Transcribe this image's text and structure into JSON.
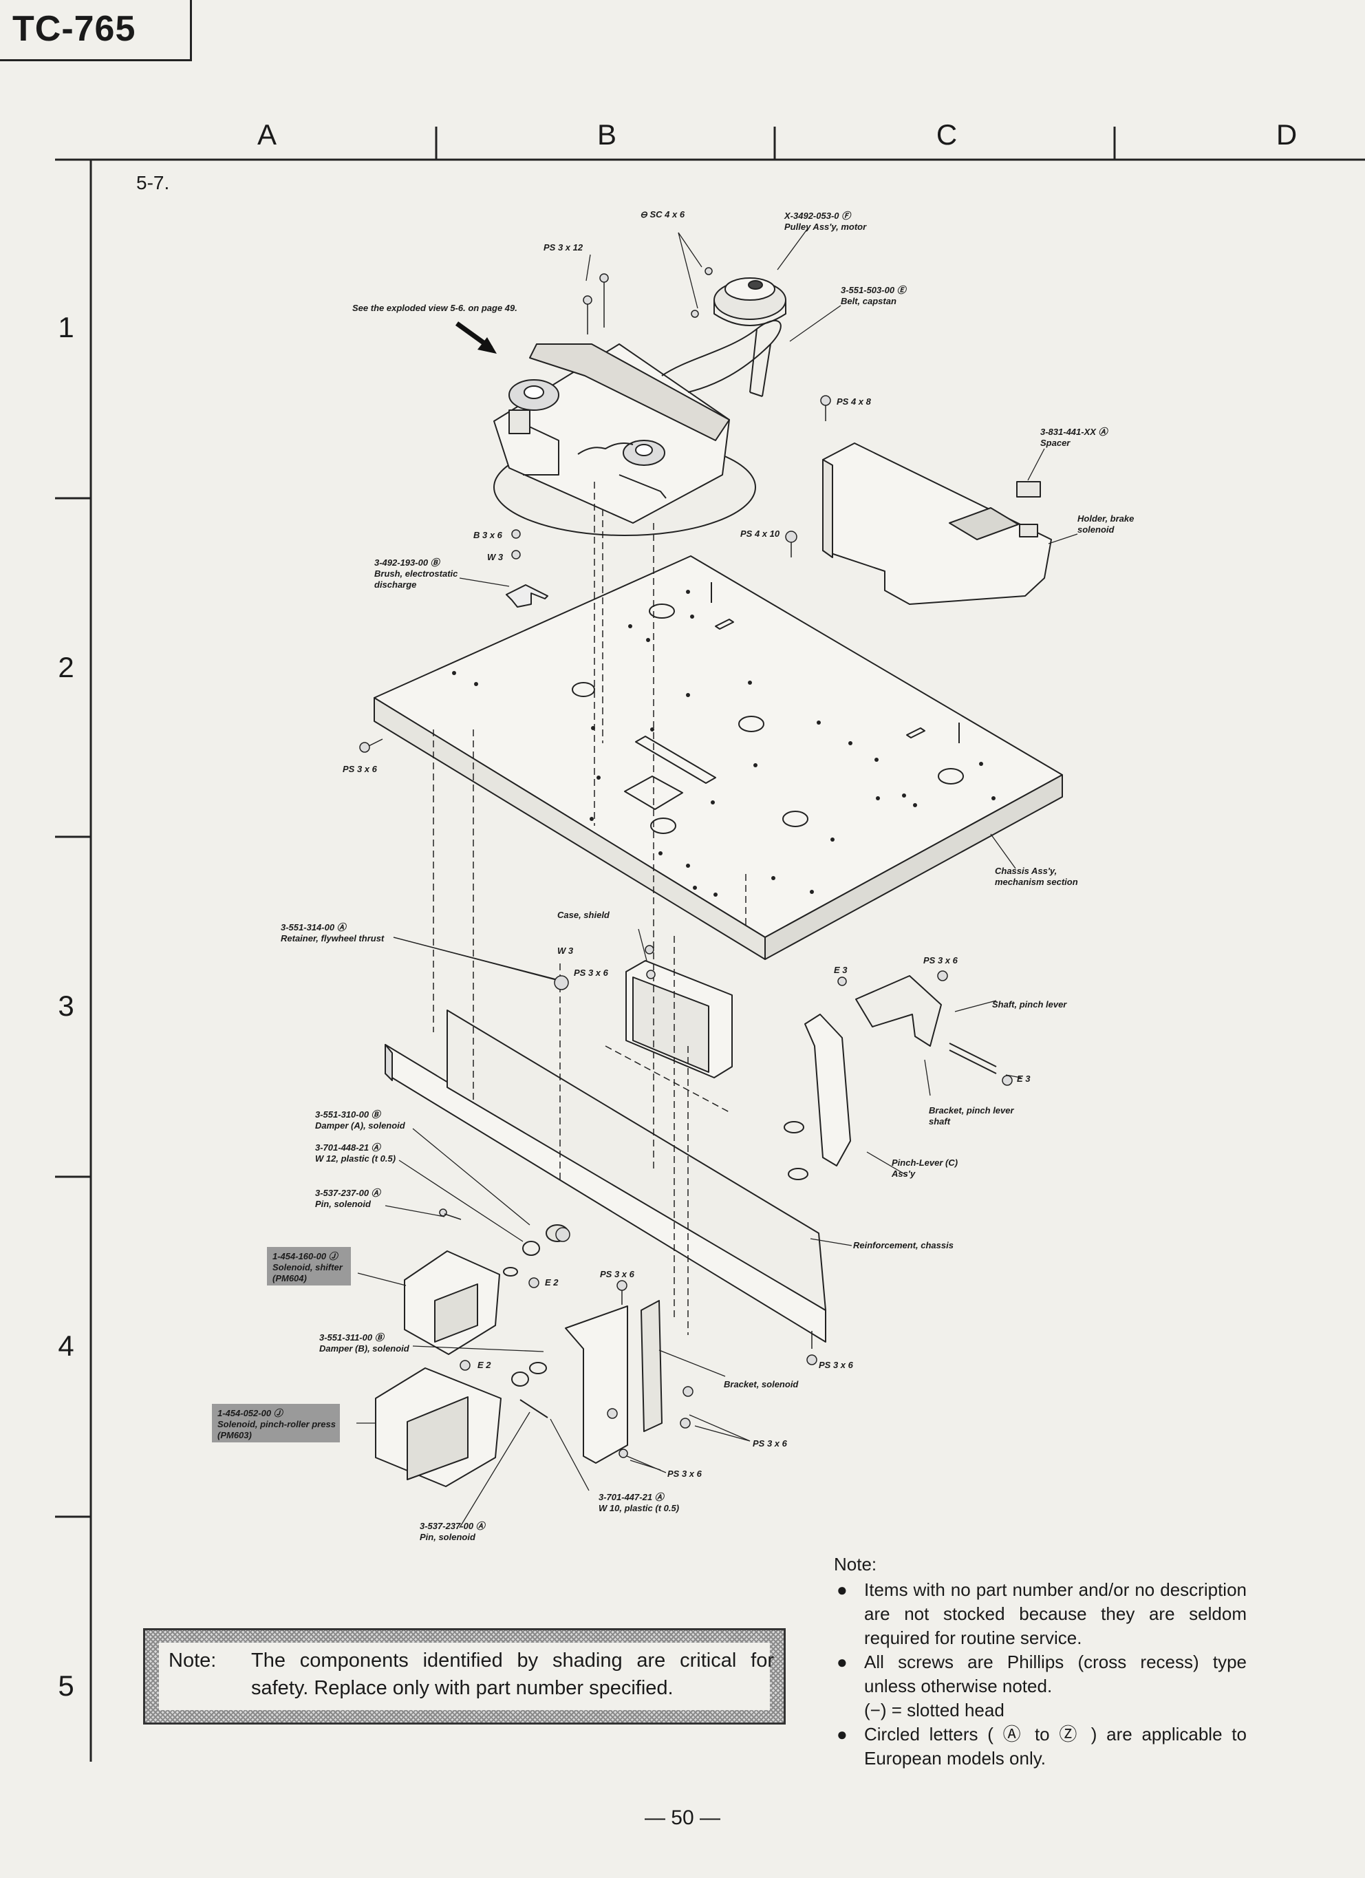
{
  "header": {
    "model": "TC-765"
  },
  "grid": {
    "columns": [
      "A",
      "B",
      "C",
      "D"
    ],
    "rows": [
      "1",
      "2",
      "3",
      "4",
      "5"
    ]
  },
  "section": {
    "label": "5-7."
  },
  "callouts": {
    "sc4x6": "⊖ SC 4 x 6",
    "pulley_pn": "X-3492-053-0 Ⓕ",
    "pulley_desc": "Pulley Ass'y, motor",
    "ps3x12": "PS 3 x 12",
    "belt_pn": "3-551-503-00 Ⓔ",
    "belt_desc": "Belt, capstan",
    "see_view": "See the exploded view 5-6. on page 49.",
    "ps4x8": "PS 4 x 8",
    "spacer_pn": "3-831-441-XX Ⓐ",
    "spacer_desc": "Spacer",
    "holder_desc1": "Holder, brake",
    "holder_desc2": "solenoid",
    "ps4x10": "PS 4 x 10",
    "b3x6": "B 3 x 6",
    "w3_a": "W 3",
    "brush_pn": "3-492-193-00 Ⓑ",
    "brush_desc1": "Brush, electrostatic",
    "brush_desc2": "discharge",
    "ps3x6_a": "PS 3 x 6",
    "chassis_desc1": "Chassis Ass'y,",
    "chassis_desc2": "mechanism section",
    "retainer_pn": "3-551-314-00 Ⓐ",
    "retainer_desc": "Retainer, flywheel thrust",
    "case_shield": "Case, shield",
    "w3_b": "W 3",
    "ps3x6_b": "PS 3 x 6",
    "e3_a": "E 3",
    "ps3x6_c": "PS 3 x 6",
    "shaft_desc": "Shaft, pinch lever",
    "e3_b": "E 3",
    "bracket_pinch1": "Bracket, pinch lever",
    "bracket_pinch2": "shaft",
    "pinch_lever1": "Pinch-Lever (C)",
    "pinch_lever2": "Ass'y",
    "damper_a_pn": "3-551-310-00 Ⓑ",
    "damper_a_desc": "Damper (A), solenoid",
    "w12_pn": "3-701-448-21 Ⓐ",
    "w12_desc": "W 12, plastic (t 0.5)",
    "pin_a_pn": "3-537-237-00 Ⓐ",
    "pin_a_desc": "Pin, solenoid",
    "reinforcement": "Reinforcement, chassis",
    "sol_shifter_pn": "1-454-160-00 Ⓙ",
    "sol_shifter_desc": "Solenoid, shifter",
    "sol_shifter_ref": "(PM604)",
    "e2_a": "E 2",
    "ps3x6_d": "PS 3 x 6",
    "damper_b_pn": "3-551-311-00 Ⓑ",
    "damper_b_desc": "Damper (B), solenoid",
    "e2_b": "E 2",
    "ps3x6_e": "PS 3 x 6",
    "bracket_solenoid": "Bracket, solenoid",
    "sol_pinch_pn": "1-454-052-00 Ⓙ",
    "sol_pinch_desc": "Solenoid, pinch-roller press",
    "sol_pinch_ref": "(PM603)",
    "ps3x6_f": "PS 3 x 6",
    "ps3x6_g": "PS 3 x 6",
    "w10_pn": "3-701-447-21 Ⓐ",
    "w10_desc": "W 10, plastic (t 0.5)",
    "pin_b_pn": "3-537-237-00 Ⓐ",
    "pin_b_desc": "Pin, solenoid"
  },
  "safety_note": {
    "label": "Note:",
    "text": "The components identified by shading are critical for safety.   Replace only with part number specified."
  },
  "notes": {
    "title": "Note:",
    "items": [
      "Items with no part number and/or no description are not stocked because they are seldom required for routine service.",
      "All screws are Phillips (cross recess) type unless otherwise noted.",
      "(−) = slotted head",
      "Circled letters ( Ⓐ to Ⓩ ) are applicable to European models only."
    ]
  },
  "page_number": "— 50 —"
}
